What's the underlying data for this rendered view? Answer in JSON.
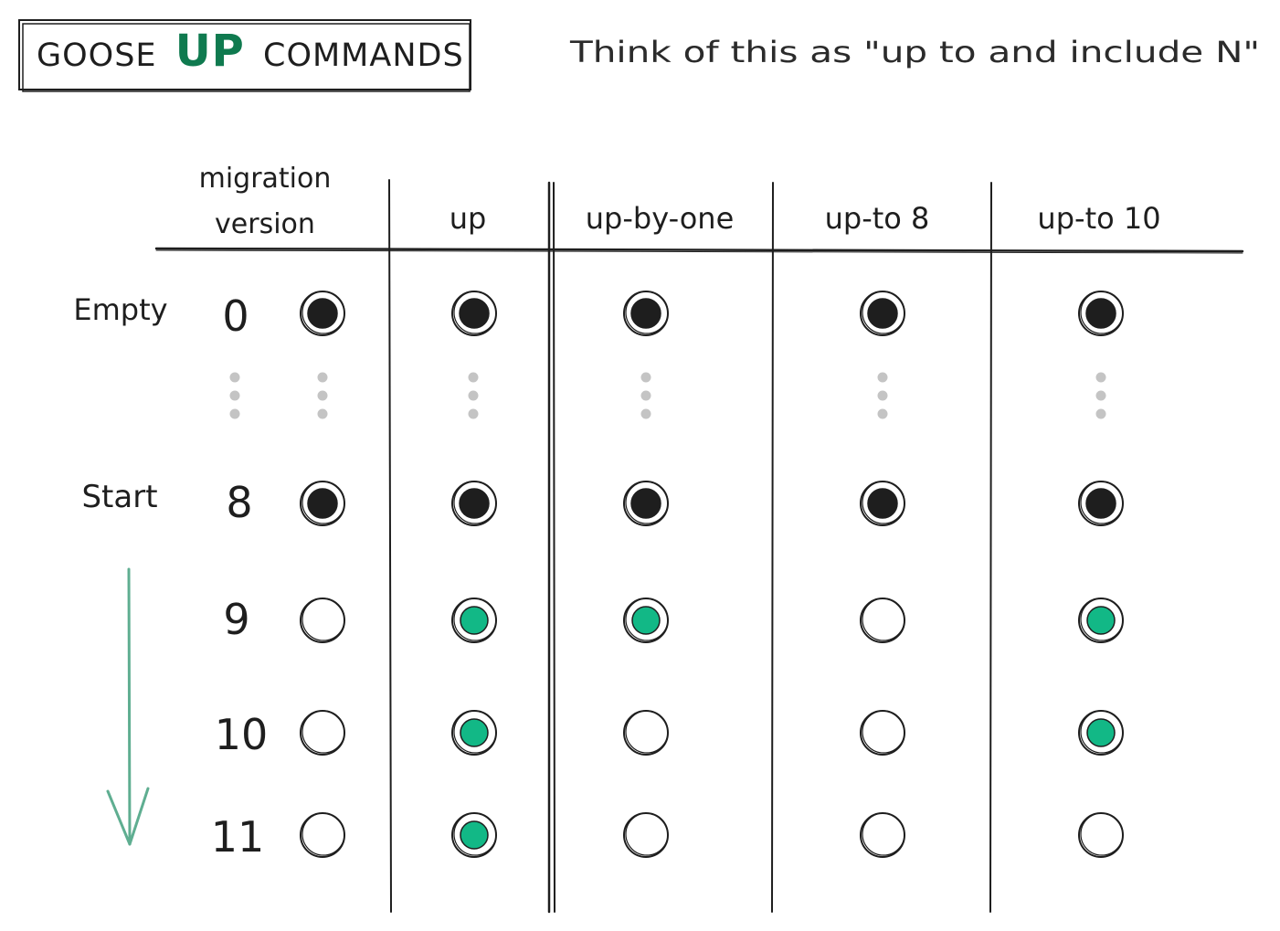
{
  "title": {
    "prefix": "GOOSE",
    "highlight": "UP",
    "suffix": "COMMANDS"
  },
  "note": "Think of this as \"up to and include N\"",
  "header": {
    "migration_version_line1": "migration",
    "migration_version_line2": "version"
  },
  "columns": [
    "up",
    "up-by-one",
    "up-to 8",
    "up-to 10"
  ],
  "row_labels": {
    "empty": "Empty",
    "start": "Start"
  },
  "versions": [
    "0",
    "8",
    "9",
    "10",
    "11"
  ],
  "states": {
    "baseline": [
      "applied",
      "applied",
      "pending",
      "pending",
      "pending"
    ],
    "up": [
      "applied",
      "applied",
      "new",
      "new",
      "new"
    ],
    "up-by-one": [
      "applied",
      "applied",
      "new",
      "pending",
      "pending"
    ],
    "up-to 8": [
      "applied",
      "applied",
      "pending",
      "pending",
      "pending"
    ],
    "up-to 10": [
      "applied",
      "applied",
      "new",
      "new",
      "pending"
    ]
  },
  "colors": {
    "ink": "#1e1e1e",
    "accent": "#0f7a4f",
    "new_fill": "#12b886",
    "arrow": "#5fae91",
    "ellipsis": "#c4c4c4"
  }
}
